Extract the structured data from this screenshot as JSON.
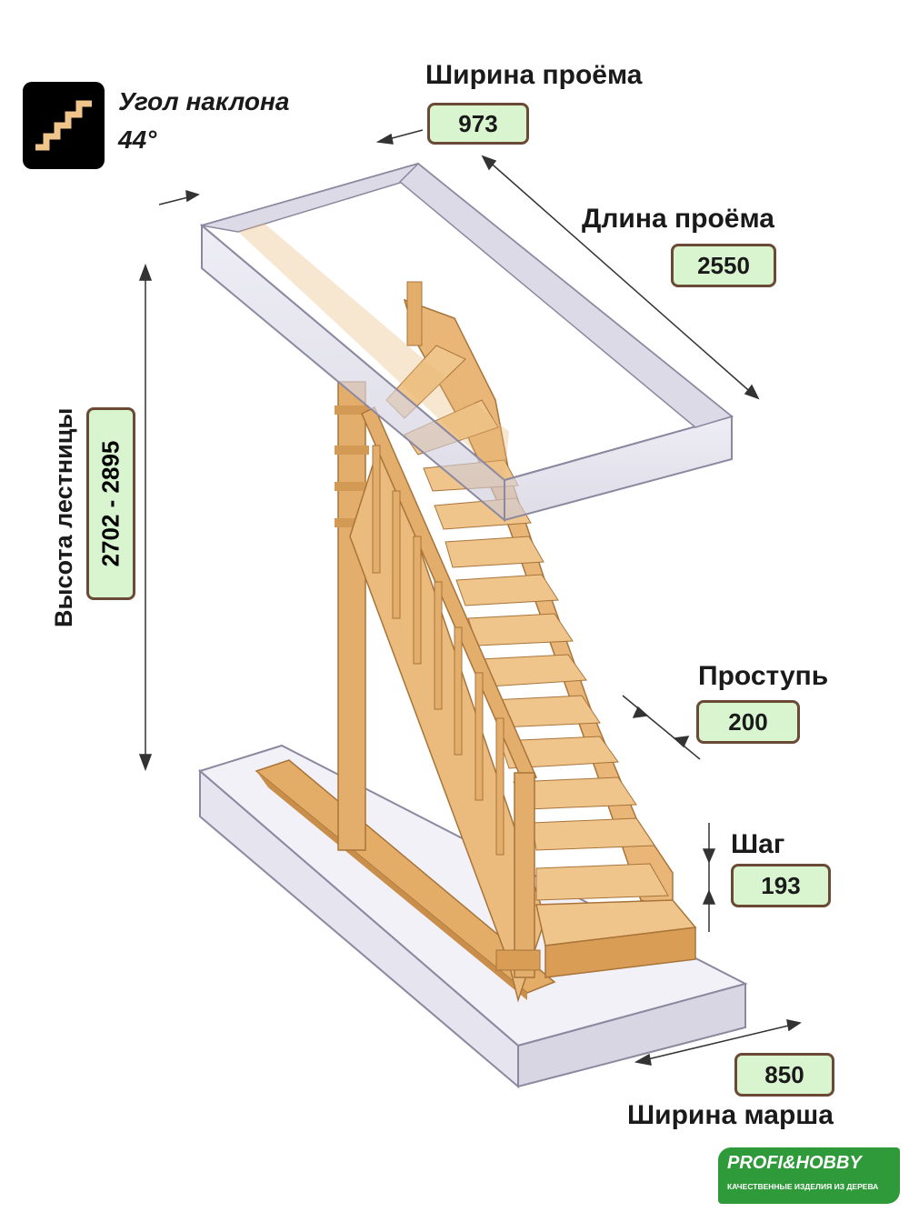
{
  "angle": {
    "label": "Угол наклона",
    "value": "44°"
  },
  "dimensions": {
    "opening_width": {
      "label": "Ширина проёма",
      "value": "973"
    },
    "opening_length": {
      "label": "Длина проёма",
      "value": "2550"
    },
    "stair_height": {
      "label": "Высота лестницы",
      "value": "2702 - 2895"
    },
    "tread": {
      "label": "Проступь",
      "value": "200"
    },
    "step": {
      "label": "Шаг",
      "value": "193"
    },
    "flight_width": {
      "label": "Ширина марша",
      "value": "850"
    }
  },
  "logo": {
    "brand": "PROFI&HOBBY",
    "tagline": "КАЧЕСТВЕННЫЕ ИЗДЕЛИЯ ИЗ ДЕРЕВА"
  },
  "colors": {
    "wood": "#e8b877",
    "wood_dark": "#c98e4a",
    "box_fill": "#d9f5cf",
    "box_border": "#6b4a35",
    "logo_green": "#2e9a3a"
  }
}
